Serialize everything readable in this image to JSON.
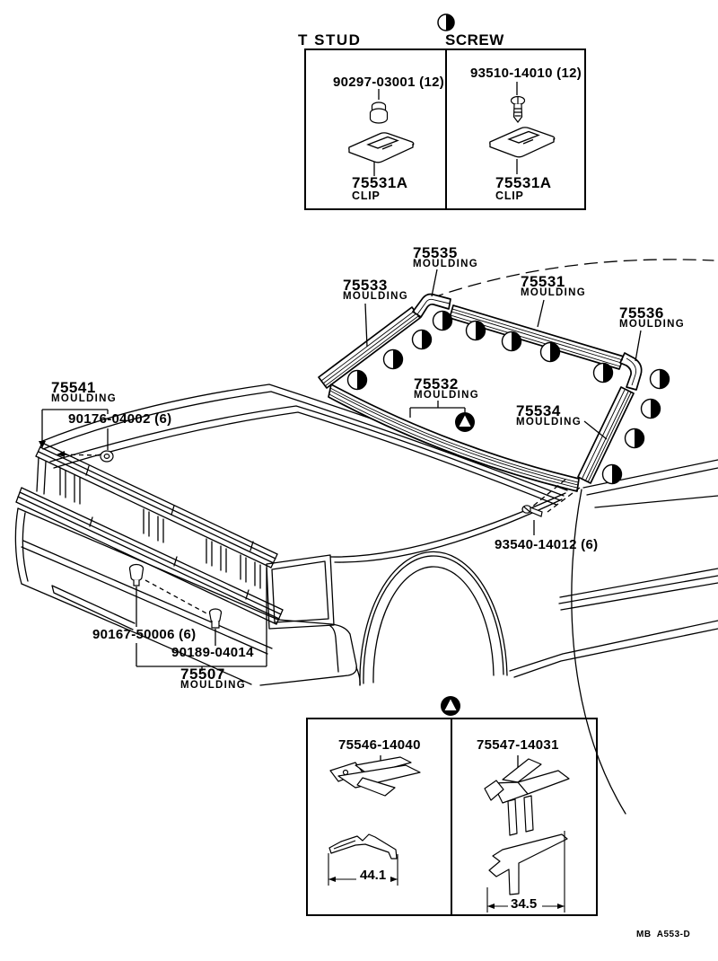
{
  "top_box": {
    "left": {
      "title": "T STUD",
      "fastener": "90297-03001 (12)",
      "clip_number": "75531A",
      "clip_word": "CLIP"
    },
    "right": {
      "title": "SCREW",
      "fastener": "93510-14010 (12)",
      "clip_number": "75531A",
      "clip_word": "CLIP"
    }
  },
  "windshield": {
    "labels": {
      "top_corner": {
        "num": "75535",
        "word": "MOULDING"
      },
      "left": {
        "num": "75533",
        "word": "MOULDING"
      },
      "top": {
        "num": "75531",
        "word": "MOULDING"
      },
      "right_corner": {
        "num": "75536",
        "word": "MOULDING"
      },
      "bottom": {
        "num": "75532",
        "word": "MOULDING"
      },
      "right": {
        "num": "75534",
        "word": "MOULDING"
      }
    },
    "screw_label": "93540-14012 (6)"
  },
  "front_panel": {
    "upper": {
      "num": "75541",
      "word": "MOULDING"
    },
    "clip_label": "90176-04002 (6)",
    "stud_label": "90167-50006 (6)",
    "grommet_label": "90189-04014",
    "lower": {
      "num": "75507",
      "word": "MOULDING"
    }
  },
  "bottom_box": {
    "left": {
      "part": "75546-14040",
      "dim": "44.1"
    },
    "right": {
      "part": "75547-14031",
      "dim": "34.5"
    }
  },
  "footer": {
    "code": "MB  A553-D"
  }
}
